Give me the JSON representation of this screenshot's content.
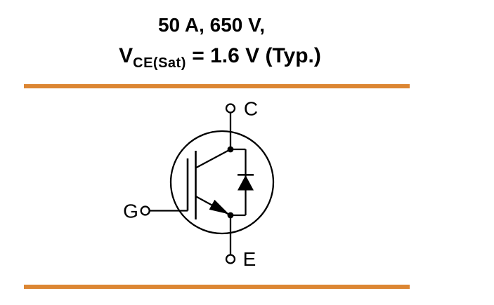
{
  "title": {
    "line1": "50 A, 650 V,",
    "line2_symbol": "V",
    "line2_subscript": "CE(Sat)",
    "line2_value": " = 1.6 V (Typ.)"
  },
  "schematic": {
    "collector_label": "C",
    "gate_label": "G",
    "emitter_label": "E"
  },
  "colors": {
    "divider_orange": "#DC8633",
    "ink": "#000000",
    "background": "#FFFFFF"
  }
}
